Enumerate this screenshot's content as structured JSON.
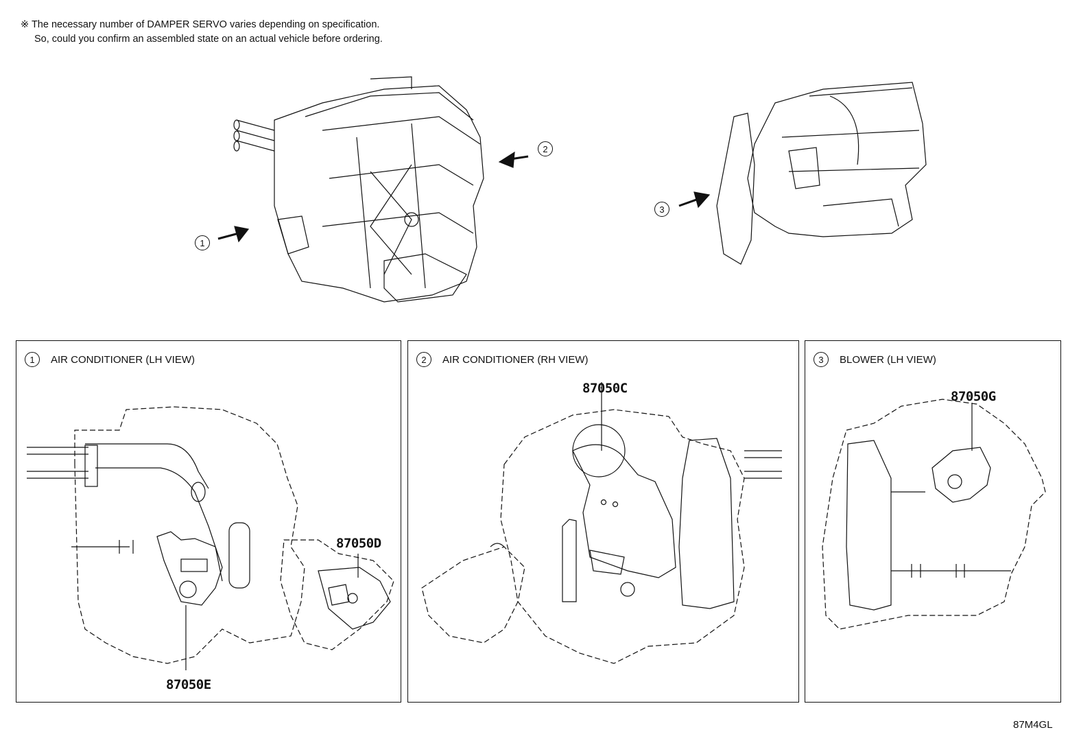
{
  "note": {
    "mark": "※",
    "line1": "The necessary number of DAMPER SERVO varies depending on specification.",
    "line2": "So, could you confirm an assembled state on an actual vehicle before ordering."
  },
  "callouts": {
    "c1": "1",
    "c2": "2",
    "c3": "3"
  },
  "panels": [
    {
      "num": "1",
      "title": "AIR CONDITIONER (LH VIEW)",
      "parts": [
        "87050D",
        "87050E"
      ]
    },
    {
      "num": "2",
      "title": "AIR CONDITIONER (RH VIEW)",
      "parts": [
        "87050C"
      ]
    },
    {
      "num": "3",
      "title": "BLOWER (LH VIEW)",
      "parts": [
        "87050G"
      ]
    }
  ],
  "diagram_code": "87M4GL"
}
